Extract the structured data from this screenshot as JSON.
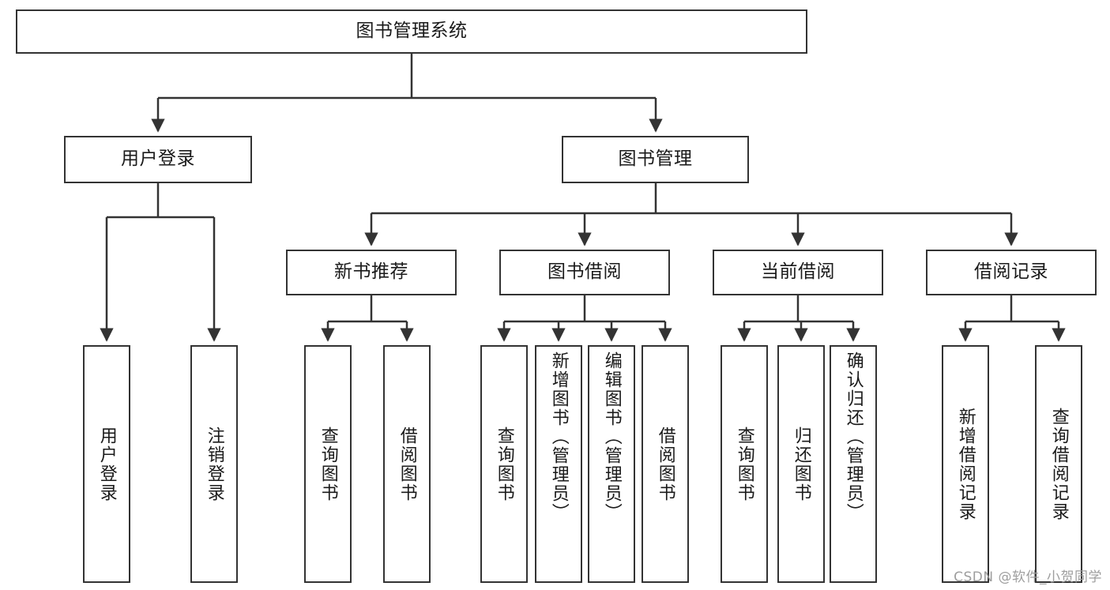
{
  "diagram": {
    "type": "tree",
    "title": "图书管理系统",
    "root": {
      "label": "图书管理系统"
    },
    "level2": [
      {
        "label": "用户登录"
      },
      {
        "label": "图书管理"
      }
    ],
    "level3": [
      {
        "label": "新书推荐"
      },
      {
        "label": "图书借阅"
      },
      {
        "label": "当前借阅"
      },
      {
        "label": "借阅记录"
      }
    ],
    "leaves": {
      "user_login": [
        {
          "label": "用户登录"
        },
        {
          "label": "注销登录"
        }
      ],
      "new_book_recommend": [
        {
          "label": "查询图书"
        },
        {
          "label": "借阅图书"
        }
      ],
      "book_borrow": [
        {
          "label": "查询图书"
        },
        {
          "label": "新增图书（管理员）"
        },
        {
          "label": "编辑图书（管理员）"
        },
        {
          "label": "借阅图书"
        }
      ],
      "current_borrow": [
        {
          "label": "查询图书"
        },
        {
          "label": "归还图书"
        },
        {
          "label": "确认归还（管理员）"
        }
      ],
      "borrow_record": [
        {
          "label": "新增借阅记录"
        },
        {
          "label": "查询借阅记录"
        }
      ]
    },
    "colors": {
      "stroke": "#333333",
      "fill": "#ffffff",
      "text": "#1a1a1a",
      "watermark": "#9e9e9e"
    }
  },
  "watermark": {
    "text": "CSDN @软件_小贺同学"
  }
}
